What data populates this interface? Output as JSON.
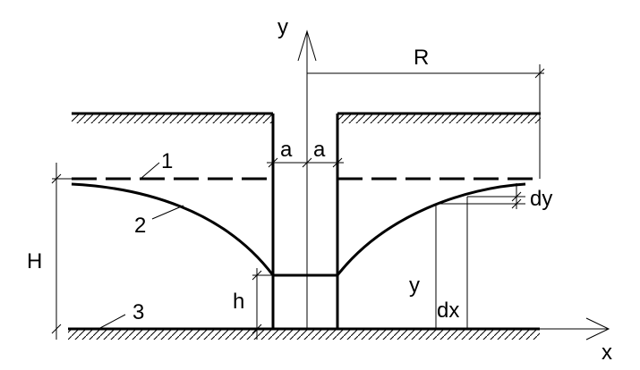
{
  "diagram": {
    "labels": {
      "y_axis": "y",
      "x_axis": "x",
      "radius": "R",
      "half_width_left": "a",
      "half_width_right": "a",
      "ref_1": "1",
      "ref_2": "2",
      "ref_3": "3",
      "height_H": "H",
      "height_h": "h",
      "coord_y": "y",
      "delta_x": "dx",
      "delta_y": "dy"
    },
    "colors": {
      "ink": "#000000",
      "background": "#ffffff"
    }
  }
}
